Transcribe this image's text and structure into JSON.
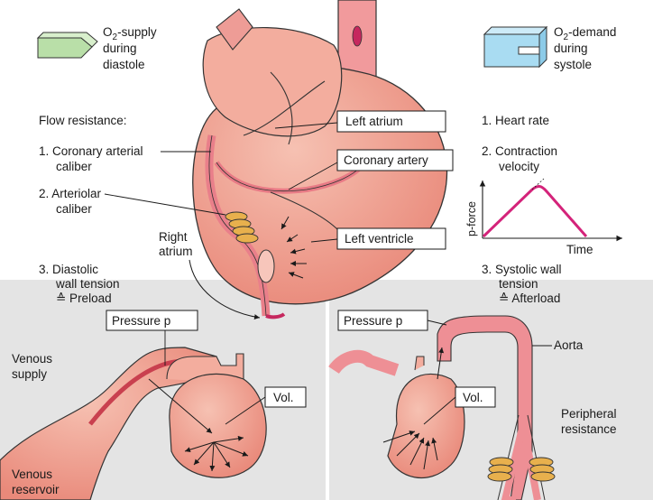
{
  "supply": {
    "line1": "O",
    "sub": "2",
    "line1_rest": "-supply",
    "line2": "during",
    "line3": "diastole"
  },
  "demand": {
    "line1": "O",
    "sub": "2",
    "line1_rest": "-demand",
    "line2": "during",
    "line3": "systole"
  },
  "left": {
    "heading": "Flow resistance:",
    "item1_line1": "1. Coronary arterial",
    "item1_line2": "caliber",
    "item2_line1": "2. Arteriolar",
    "item2_line2": "caliber",
    "item3_line1": "3. Diastolic",
    "item3_line2": "wall tension",
    "item3_line3": "≙ Preload"
  },
  "right": {
    "item1": "1. Heart rate",
    "item2_line1": "2. Contraction",
    "item2_line2": "velocity",
    "item3_line1": "3. Systolic wall",
    "item3_line2": "tension",
    "item3_line3": "≙ Afterload",
    "graph_ylabel": "p-force",
    "graph_xlabel": "Time"
  },
  "heart_labels": {
    "left_atrium": "Left atrium",
    "coronary_artery": "Coronary artery",
    "left_ventricle": "Left ventricle",
    "right_atrium_line1": "Right",
    "right_atrium_line2": "atrium"
  },
  "bottom_left": {
    "pressure": "Pressure p",
    "vol": "Vol.",
    "venous_supply_line1": "Venous",
    "venous_supply_line2": "supply",
    "venous_reservoir_line1": "Venous",
    "venous_reservoir_line2": "reservoir"
  },
  "bottom_right": {
    "pressure": "Pressure p",
    "vol": "Vol.",
    "aorta": "Aorta",
    "peripheral_line1": "Peripheral",
    "peripheral_line2": "resistance"
  },
  "colors": {
    "panel_gray": "#e4e4e4",
    "tissue": "#f2a592",
    "tissue_dark": "#e98a78",
    "vessel": "#ee8f95",
    "supply_green": "#b9dfa8",
    "demand_blue": "#a9dcf2",
    "curve_magenta": "#d4237a",
    "coil": "#e8b04d"
  }
}
